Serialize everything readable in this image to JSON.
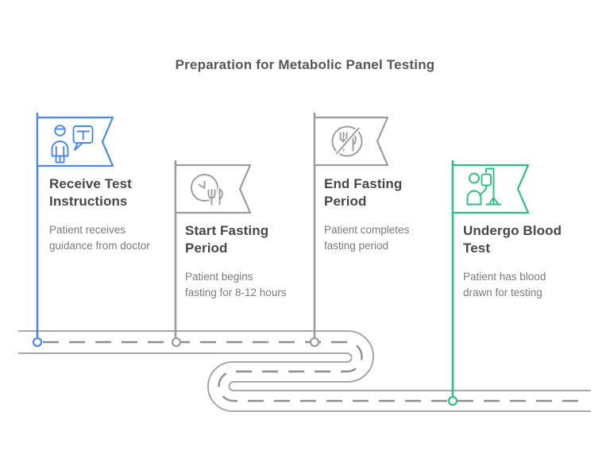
{
  "title": "Preparation for Metabolic Panel Testing",
  "colors": {
    "blue_accent": "#4a87ee",
    "green_accent": "#2fbe81",
    "gray_accent": "#9c9c9c",
    "road_edge": "#a8a8a8",
    "road_dash": "#8e8e8e",
    "title_text": "#565656",
    "heading_text": "#474747",
    "body_text": "#7b7b7b"
  },
  "steps": [
    {
      "title": "Receive Test Instructions",
      "description": "Patient receives guidance from doctor",
      "icon": "doctor-instructions-icon",
      "accent": "#4a87ee"
    },
    {
      "title": "Start Fasting Period",
      "description": "Patient begins fasting for 8-12 hours",
      "icon": "fasting-clock-icon",
      "accent": "#9c9c9c"
    },
    {
      "title": "End Fasting Period",
      "description": "Patient completes fasting period",
      "icon": "no-food-icon",
      "accent": "#9c9c9c"
    },
    {
      "title": "Undergo Blood Test",
      "description": "Patient has blood drawn for testing",
      "icon": "iv-drip-icon",
      "accent": "#2fbe81"
    }
  ]
}
